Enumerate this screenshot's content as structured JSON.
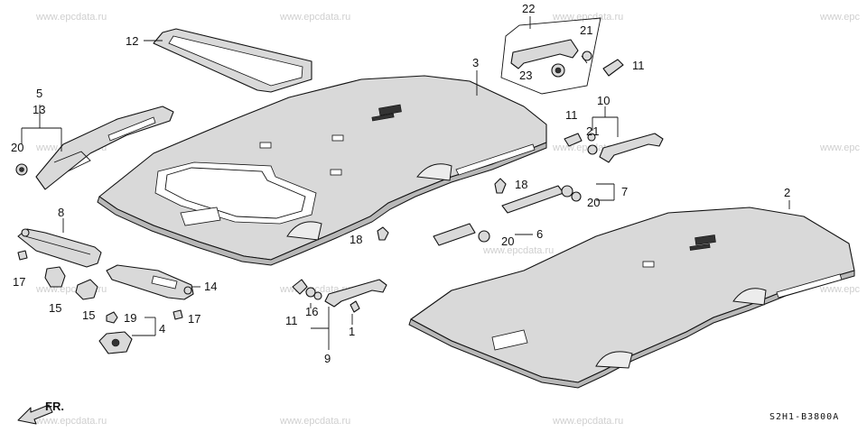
{
  "watermark": "www.epcdata.ru",
  "watermark_partial": "www.epc",
  "diagram_code": "S2H1-B3800A",
  "front_label": "FR.",
  "callouts": {
    "c1": "1",
    "c2": "2",
    "c3": "3",
    "c4": "4",
    "c5": "5",
    "c6": "6",
    "c7": "7",
    "c8": "8",
    "c9": "9",
    "c10": "10",
    "c11a": "11",
    "c11b": "11",
    "c11c": "11",
    "c12": "12",
    "c13": "13",
    "c14": "14",
    "c15a": "15",
    "c15b": "15",
    "c16": "16",
    "c17a": "17",
    "c17b": "17",
    "c18a": "18",
    "c18b": "18",
    "c19": "19",
    "c20a": "20",
    "c20b": "20",
    "c20c": "20",
    "c21a": "21",
    "c21b": "21",
    "c22": "22",
    "c23": "23"
  }
}
